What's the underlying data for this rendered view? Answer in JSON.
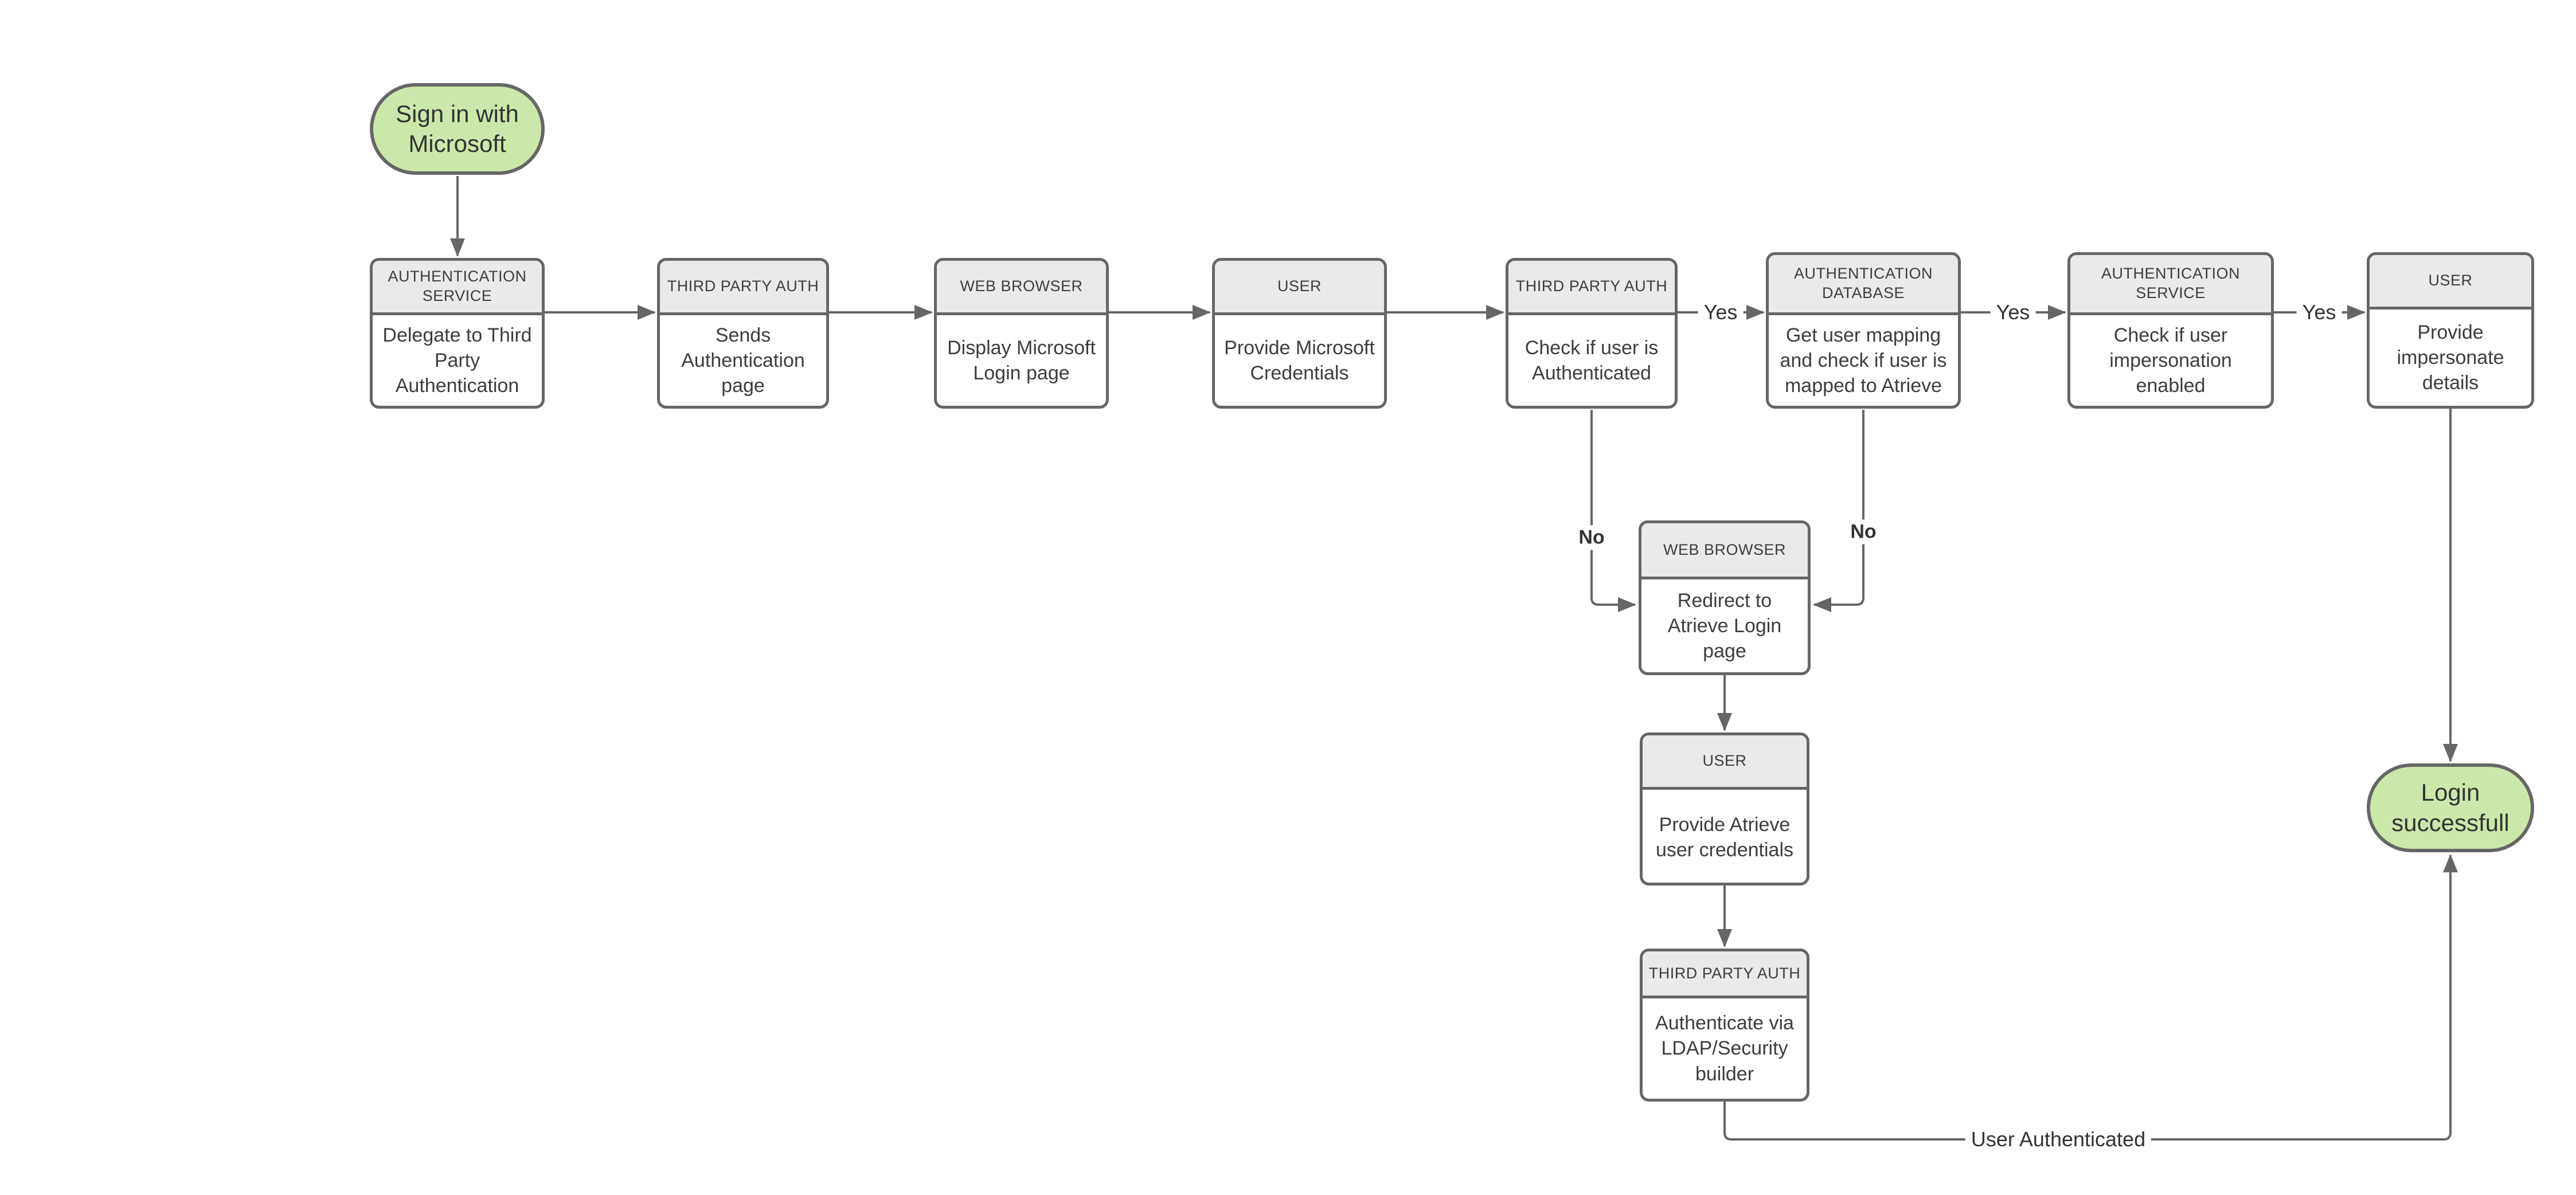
{
  "diagram": {
    "start_node": {
      "label": "Sign in with Microsoft"
    },
    "end_node": {
      "label": "Login successfull"
    },
    "nodes": [
      {
        "header": "AUTHENTICATION SERVICE",
        "body": "Delegate to Third Party Authentication"
      },
      {
        "header": "THIRD PARTY AUTH",
        "body": "Sends Authentication page"
      },
      {
        "header": "WEB BROWSER",
        "body": "Display Microsoft Login page"
      },
      {
        "header": "USER",
        "body": "Provide Microsoft Credentials"
      },
      {
        "header": "THIRD PARTY AUTH",
        "body": "Check if user is Authenticated"
      },
      {
        "header": "AUTHENTICATION DATABASE",
        "body": "Get user mapping and check if user is mapped to Atrieve"
      },
      {
        "header": "AUTHENTICATION SERVICE",
        "body": "Check if user impersonation enabled"
      },
      {
        "header": "USER",
        "body": "Provide impersonate details"
      },
      {
        "header": "WEB BROWSER",
        "body": "Redirect to Atrieve Login page"
      },
      {
        "header": "USER",
        "body": "Provide Atrieve user credentials"
      },
      {
        "header": "THIRD PARTY AUTH",
        "body": "Authenticate via LDAP/Security builder"
      }
    ],
    "edge_labels": {
      "yes_1": "Yes",
      "yes_2": "Yes",
      "yes_3": "Yes",
      "no_1": "No",
      "no_2": "No",
      "user_authenticated": "User Authenticated"
    },
    "colors": {
      "terminal_fill": "#cbe8aa",
      "header_fill": "#eaeaea",
      "body_fill": "#ffffff",
      "border": "#666666",
      "line": "#666666",
      "text": "#3d3d3d"
    }
  }
}
